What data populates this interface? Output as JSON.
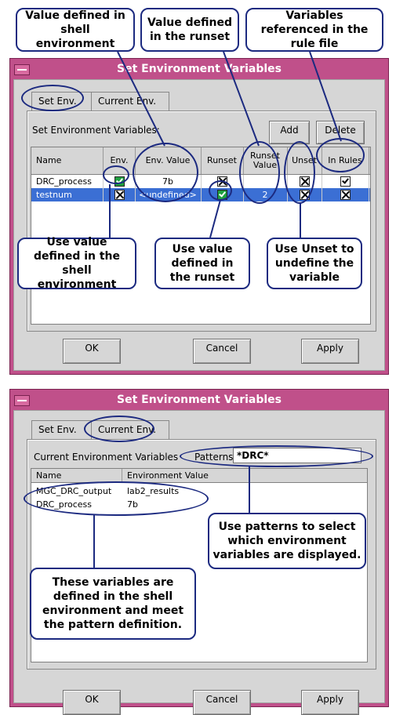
{
  "window1": {
    "title": "Set Environment Variables",
    "tabs": [
      "Set Env.",
      "Current Env."
    ],
    "section_label": "Set Environment Variables:",
    "add_label": "Add",
    "delete_label": "Delete",
    "columns": [
      "Name",
      "Env.",
      "Env. Value",
      "Runset",
      "Runset Value",
      "Unset",
      "In Rules"
    ],
    "rows": [
      {
        "name": "DRC_process",
        "env_value": "7b",
        "runset_value": ""
      },
      {
        "name": "testnum",
        "env_value": "<undefined>",
        "runset_value": "2"
      }
    ],
    "ok_label": "OK",
    "cancel_label": "Cancel",
    "apply_label": "Apply"
  },
  "window2": {
    "title": "Set Environment Variables",
    "tabs": [
      "Set Env.",
      "Current Env."
    ],
    "section_label": "Current Environment Variables",
    "patterns_label": "Patterns",
    "patterns_value": "*DRC*",
    "columns": [
      "Name",
      "Environment Value"
    ],
    "rows": [
      {
        "name": "MGC_DRC_output",
        "value": "lab2_results"
      },
      {
        "name": "DRC_process",
        "value": "7b"
      }
    ],
    "ok_label": "OK",
    "cancel_label": "Cancel",
    "apply_label": "Apply"
  },
  "callouts": {
    "shell_env": "Value defined in shell environment",
    "runset": "Value defined in the runset",
    "rule_file": "Variables referenced in the rule file",
    "use_shell": "Use value defined in the shell environment",
    "use_runset": "Use value defined in the runset",
    "use_unset": "Use Unset to undefine the variable",
    "patterns": "Use patterns to select which environment variables are displayed.",
    "defined": "These variables are defined in the shell environment and meet the pattern definition."
  },
  "colors": {
    "titlebar": "#c0508a",
    "selection": "#3b6fd4",
    "callout_border": "#1c2a80",
    "env_check": "#1fa040"
  }
}
